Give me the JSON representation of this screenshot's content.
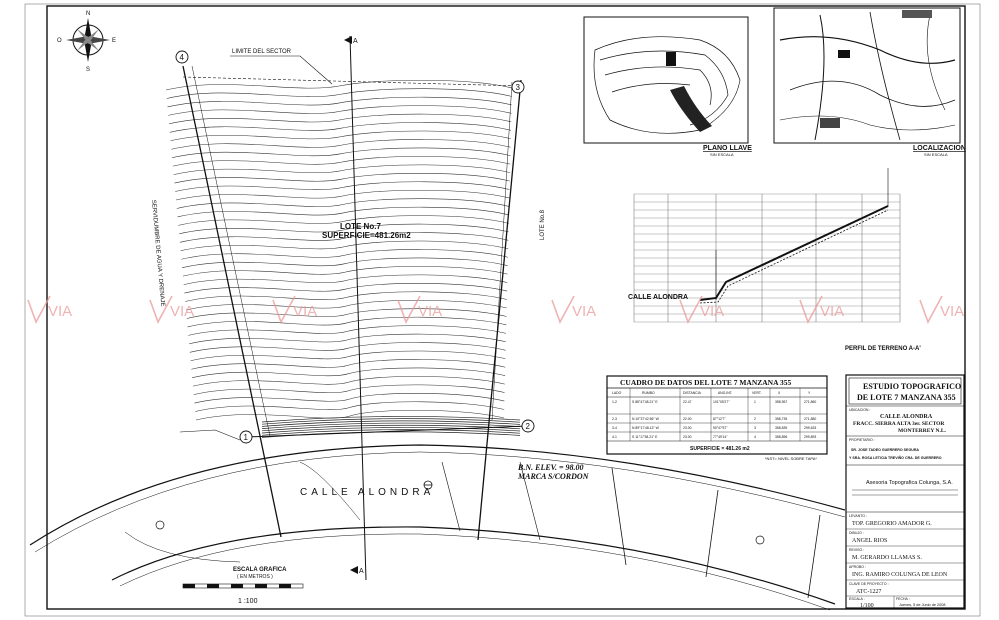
{
  "north": {
    "n": "N",
    "s": "S",
    "e": "E",
    "o": "O"
  },
  "sector_limit_label": "LIMITE DEL SECTOR",
  "lot": {
    "name": "LOTE No.7",
    "area": "SUPERFICIE=481.26m2",
    "left_neighbor": "SERVIDUMBRE DE AGUA Y DRENAJE",
    "right_neighbor": "LOTE No.8"
  },
  "corners": [
    "1",
    "2",
    "3",
    "4"
  ],
  "section_marker": "A",
  "street": "CALLE ALONDRA",
  "benchmark": {
    "line1": "B.N. ELEV. = 98.00",
    "line2": "MARCA S/CORDON"
  },
  "scale_bar": {
    "title": "ESCALA GRAFICA",
    "sub": "( EN METROS )",
    "ratio": "1 :100"
  },
  "plans": {
    "key_plan": "PLANO LLAVE",
    "location": "LOCALIZACION",
    "no_scale": "SIN ESCALA"
  },
  "profile": {
    "title": "PERFIL DE TERRENO A-A'",
    "street_label": "CALLE ALONDRA"
  },
  "data_table": {
    "title": "CUADRO DE DATOS DEL LOTE 7 MANZANA 355",
    "headers": [
      "LADO",
      "RUMBO",
      "DISTANCIA",
      "ANG.INT.",
      "VERT.",
      "X",
      "Y"
    ],
    "rows": [
      [
        "1-2",
        "S 88°47'48.21\" E",
        "22.47",
        "101°05'27\"",
        "1",
        "358,957",
        "271,860"
      ],
      [
        "2-3",
        "N 10°37'42.56\" W",
        "22.00",
        "87°12'7\"",
        "2",
        "358,735",
        "271,880"
      ],
      [
        "3-4",
        "N 89°17'48.13\" W",
        "23.00",
        "90°47'57\"",
        "3",
        "358,839",
        "299,633"
      ],
      [
        "4-1",
        "S 11°17'38.21\" E",
        "23.00",
        "77°49'14\"",
        "4",
        "358,896",
        "299,893"
      ]
    ],
    "surface": "SUPERFICIE = 481.26 m2"
  },
  "nst_note": "*NST= NIVEL SOBRE TAPA*",
  "title_block": {
    "title_line1": "ESTUDIO TOPOGRAFICO",
    "title_line2": "DE LOTE 7 MANZANA 355",
    "location_label": "UBICACION :",
    "address_line1": "CALLE ALONDRA",
    "address_line2": "FRACC. SIERRA ALTA 3er. SECTOR",
    "address_line3": "MONTERREY N.L.",
    "owner_label": "PROPIETARIO :",
    "owner_line1": "SR. JOSE TADEO GUERRERO SEGURA",
    "owner_line2": "Y SRA. ROSA LETICIA TREVIÑO CRA. DE GUERRERO",
    "company": "Asesoria Topografica Colunga, S.A.",
    "surveyor_label": "LEVANTO :",
    "surveyor": "TOP. GREGORIO AMADOR G.",
    "drafter_label": "DIBUJO :",
    "drafter": "ANGEL RIOS",
    "reviewer_label": "REVISO :",
    "reviewer": "M. GERARDO LLAMAS S.",
    "approver_label": "APROBO :",
    "approver": "ING. RAMIRO COLUNGA DE LEON",
    "project_label": "CLAVE DE PROYECTO :",
    "project_code": "ATC-1227",
    "scale_label": "ESCALA :",
    "scale": "1/100",
    "date_label": "FECHA :",
    "date": "Jueves, 5 de Junio de 2008"
  },
  "watermark": "VIA"
}
